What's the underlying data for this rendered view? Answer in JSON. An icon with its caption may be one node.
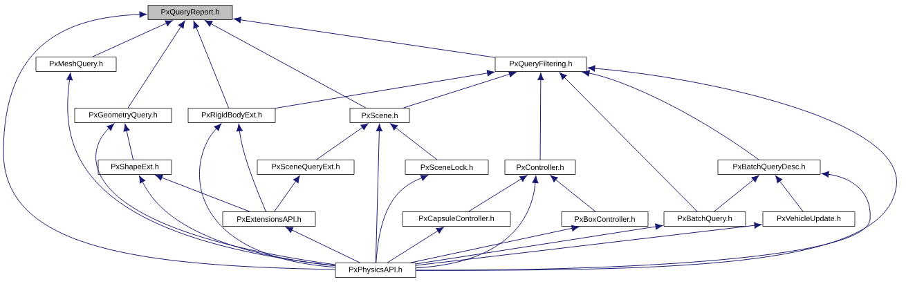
{
  "diagram": {
    "nodes": [
      {
        "text": [
          "PxQueryReport.h"
        ]
      },
      {
        "text": [
          "PxMeshQuery.h"
        ]
      },
      {
        "text": [
          "PxQueryFiltering.h"
        ]
      },
      {
        "text": [
          "PxGeometryQuery.h"
        ]
      },
      {
        "text": [
          "PxRigidBodyExt.h"
        ]
      },
      {
        "text": [
          "PxScene.h"
        ]
      },
      {
        "text": [
          "PxShapeExt.h"
        ]
      },
      {
        "text": [
          "PxSceneQueryExt.h"
        ]
      },
      {
        "text": [
          "PxSceneLock.h"
        ]
      },
      {
        "text": [
          "PxController.h"
        ]
      },
      {
        "text": [
          "PxBatchQueryDesc.h"
        ]
      },
      {
        "text": [
          "PxExtensionsAPI.h"
        ]
      },
      {
        "text": [
          "PxCapsuleController.h"
        ]
      },
      {
        "text": [
          "PxBoxController.h"
        ]
      },
      {
        "text": [
          "PxBatchQuery.h"
        ]
      },
      {
        "text": [
          "PxVehicleUpdate.h"
        ]
      },
      {
        "text": [
          "PxPhysicsAPI.h"
        ]
      }
    ],
    "edges": [
      {
        "from": 16,
        "to": 0,
        "arrow": "to"
      },
      {
        "from": 1,
        "to": 0,
        "arrow": "to"
      },
      {
        "from": 3,
        "to": 0,
        "arrow": "to"
      },
      {
        "from": 4,
        "to": 0,
        "arrow": "to"
      },
      {
        "from": 5,
        "to": 0,
        "arrow": "to"
      },
      {
        "from": 2,
        "to": 0,
        "arrow": "to"
      },
      {
        "from": 16,
        "to": 1,
        "arrow": "to"
      },
      {
        "from": 4,
        "to": 2,
        "arrow": "to"
      },
      {
        "from": 5,
        "to": 2,
        "arrow": "to"
      },
      {
        "from": 9,
        "to": 2,
        "arrow": "to"
      },
      {
        "from": 14,
        "to": 2,
        "arrow": "to"
      },
      {
        "from": 10,
        "to": 2,
        "arrow": "to"
      },
      {
        "from": 16,
        "to": 2,
        "arrow": "to"
      },
      {
        "from": 6,
        "to": 3,
        "arrow": "to"
      },
      {
        "from": 16,
        "to": 3,
        "arrow": "to"
      },
      {
        "from": 16,
        "to": 4,
        "arrow": "to"
      },
      {
        "from": 11,
        "to": 4,
        "arrow": "to"
      },
      {
        "from": 7,
        "to": 5,
        "arrow": "to"
      },
      {
        "from": 8,
        "to": 5,
        "arrow": "to"
      },
      {
        "from": 16,
        "to": 5,
        "arrow": "to"
      },
      {
        "from": 11,
        "to": 6,
        "arrow": "to"
      },
      {
        "from": 16,
        "to": 6,
        "arrow": "to"
      },
      {
        "from": 11,
        "to": 7,
        "arrow": "to"
      },
      {
        "from": 16,
        "to": 8,
        "arrow": "to"
      },
      {
        "from": 12,
        "to": 9,
        "arrow": "to"
      },
      {
        "from": 16,
        "to": 9,
        "arrow": "to"
      },
      {
        "from": 13,
        "to": 9,
        "arrow": "to"
      },
      {
        "from": 14,
        "to": 10,
        "arrow": "to"
      },
      {
        "from": 15,
        "to": 10,
        "arrow": "to"
      },
      {
        "from": 16,
        "to": 10,
        "arrow": "to"
      },
      {
        "from": 16,
        "to": 11,
        "arrow": "to"
      },
      {
        "from": 16,
        "to": 12,
        "arrow": "to"
      },
      {
        "from": 16,
        "to": 13,
        "arrow": "to"
      },
      {
        "from": 16,
        "to": 14,
        "arrow": "to"
      },
      {
        "from": 16,
        "to": 15,
        "arrow": "to"
      }
    ]
  }
}
